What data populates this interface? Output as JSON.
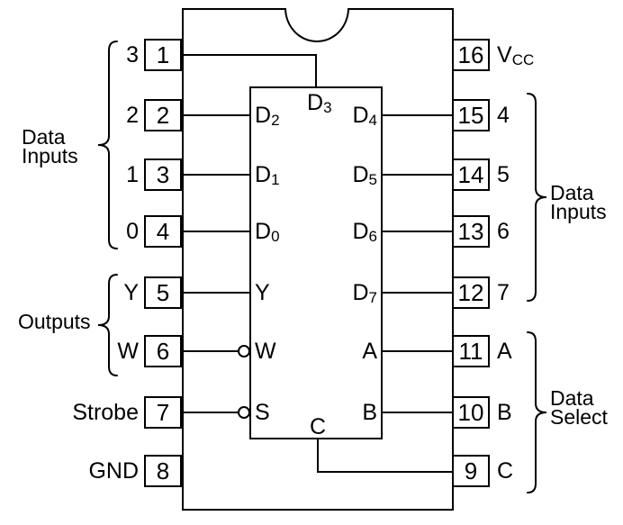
{
  "colors": {
    "line": "#000000",
    "background": "#ffffff"
  },
  "left_pins": [
    {
      "pin": "1",
      "label": "3"
    },
    {
      "pin": "2",
      "label": "2"
    },
    {
      "pin": "3",
      "label": "1"
    },
    {
      "pin": "4",
      "label": "0"
    },
    {
      "pin": "5",
      "label": "Y"
    },
    {
      "pin": "6",
      "label": "W"
    },
    {
      "pin": "7",
      "label": "Strobe"
    },
    {
      "pin": "8",
      "label": "GND"
    }
  ],
  "right_pins": [
    {
      "pin": "16",
      "label_main": "V",
      "label_sub": "CC"
    },
    {
      "pin": "15",
      "label": "4"
    },
    {
      "pin": "14",
      "label": "5"
    },
    {
      "pin": "13",
      "label": "6"
    },
    {
      "pin": "12",
      "label": "7"
    },
    {
      "pin": "11",
      "label": "A"
    },
    {
      "pin": "10",
      "label": "B"
    },
    {
      "pin": "9",
      "label": "C"
    }
  ],
  "inner_labels": {
    "top": {
      "main": "D",
      "sub": "3"
    },
    "bottom": {
      "main": "C",
      "sub": ""
    },
    "left": [
      {
        "main": "D",
        "sub": "2"
      },
      {
        "main": "D",
        "sub": "1"
      },
      {
        "main": "D",
        "sub": "0"
      },
      {
        "main": "Y",
        "sub": ""
      },
      {
        "main": "W",
        "sub": ""
      },
      {
        "main": "S",
        "sub": ""
      }
    ],
    "right": [
      {
        "main": "D",
        "sub": "4"
      },
      {
        "main": "D",
        "sub": "5"
      },
      {
        "main": "D",
        "sub": "6"
      },
      {
        "main": "D",
        "sub": "7"
      },
      {
        "main": "A",
        "sub": ""
      },
      {
        "main": "B",
        "sub": ""
      }
    ]
  },
  "groups": {
    "left_data_inputs": {
      "line1": "Data",
      "line2": "Inputs"
    },
    "left_outputs": {
      "line1": "Outputs"
    },
    "right_data_inputs": {
      "line1": "Data",
      "line2": "Inputs"
    },
    "right_data_select": {
      "line1": "Data",
      "line2": "Select"
    }
  }
}
